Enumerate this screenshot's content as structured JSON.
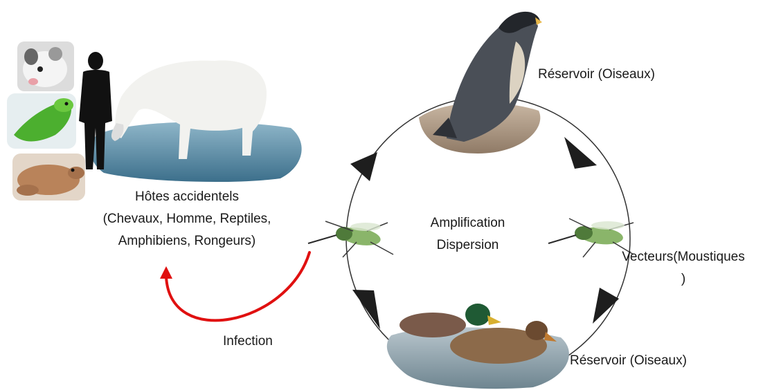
{
  "labels": {
    "reservoir_top": "Réservoir (Oiseaux)",
    "reservoir_bottom": "Réservoir (Oiseaux)",
    "vectors_line1": "Vecteurs(Moustiques",
    "vectors_line2": ")",
    "center_line1": "Amplification",
    "center_line2": "Dispersion",
    "hosts_line1": "Hôtes accidentels",
    "hosts_line2": "(Chevaux, Homme, Reptiles,",
    "hosts_line3": "Amphibiens, Rongeurs)",
    "infection": "Infection"
  },
  "icons": {
    "falcon": "falcon-icon",
    "ducks": "mallard-ducks-icon",
    "mosquito_left": "mosquito-icon",
    "mosquito_right": "mosquito-icon",
    "horse": "white-horse-icon",
    "human": "human-silhouette-icon",
    "rat": "rat-icon",
    "iguana": "iguana-icon",
    "frog": "frog-icon"
  },
  "colors": {
    "cycle_line": "#333333",
    "arrow_fill": "#1e1e1e",
    "infection_arrow": "#e01010"
  }
}
